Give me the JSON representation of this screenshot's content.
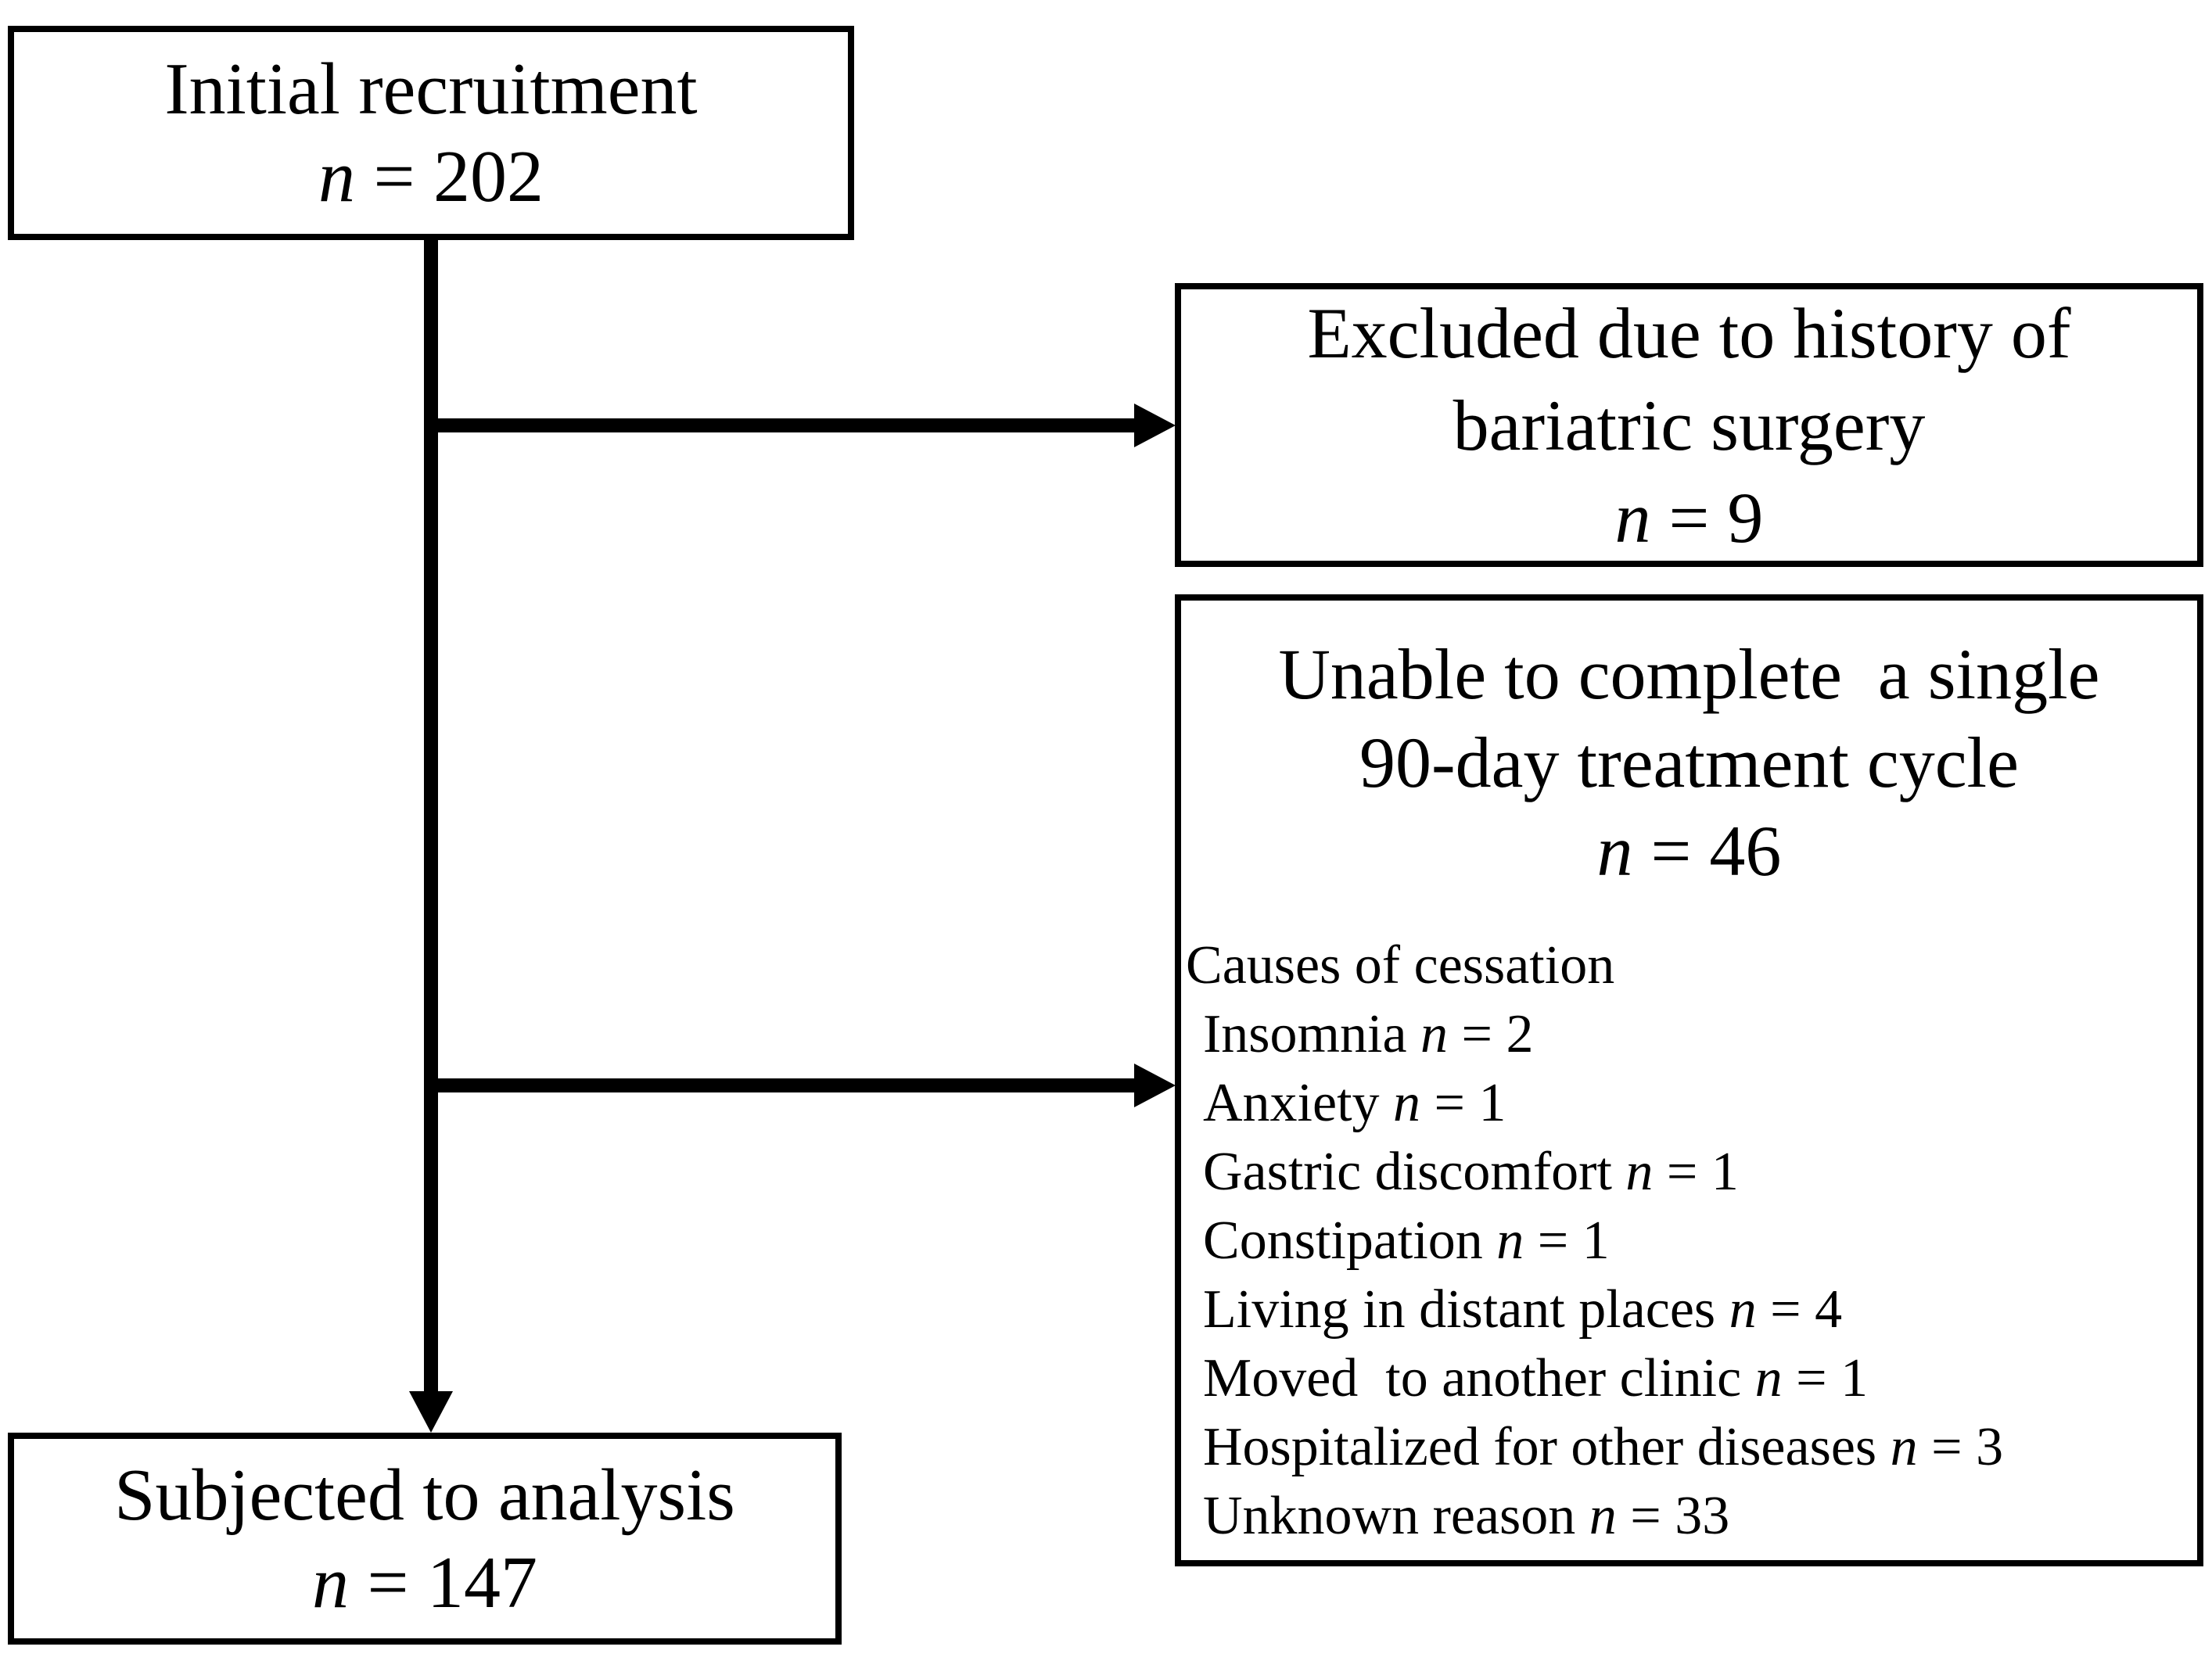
{
  "diagram": {
    "colors": {
      "line": "#000000",
      "background": "#ffffff",
      "box_fill": "#ffffff",
      "text": "#000000"
    },
    "box_initial": {
      "title": "Initial recruitment",
      "n_symbol": "n",
      "n_value": "= 202"
    },
    "box_excluded": {
      "line1": "Excluded due to history of",
      "line2": "bariatric surgery",
      "n_symbol": "n",
      "n_value": "= 9"
    },
    "box_incomplete": {
      "line1": "Unable to complete  a single",
      "line2": "90-day treatment cycle",
      "n_symbol": "n",
      "n_value": "= 46",
      "causes_header": "Causes of cessation",
      "causes": [
        {
          "label": "Insomnia",
          "n_symbol": "n",
          "n_value": "= 2"
        },
        {
          "label": "Anxiety",
          "n_symbol": "n",
          "n_value": "= 1"
        },
        {
          "label": "Gastric discomfort",
          "n_symbol": "n",
          "n_value": "= 1"
        },
        {
          "label": "Constipation",
          "n_symbol": "n",
          "n_value": "= 1"
        },
        {
          "label": "Living in distant places",
          "n_symbol": "n",
          "n_value": "= 4"
        },
        {
          "label": "Moved  to another clinic",
          "n_symbol": "n",
          "n_value": "= 1"
        },
        {
          "label": "Hospitalized for other diseases",
          "n_symbol": "n",
          "n_value": "= 3"
        },
        {
          "label": "Unknown reason",
          "n_symbol": "n",
          "n_value": "= 33"
        }
      ]
    },
    "box_analysis": {
      "title": "Subjected to analysis",
      "n_symbol": "n",
      "n_value": "= 147"
    }
  }
}
